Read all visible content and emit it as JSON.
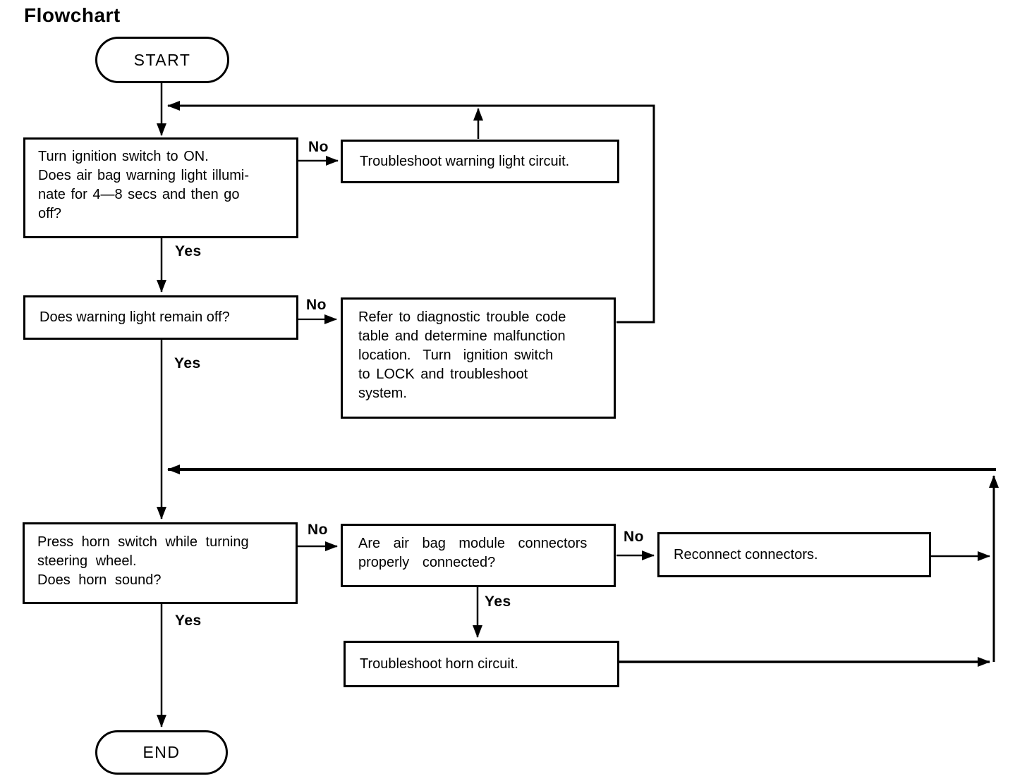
{
  "title": "Flowchart",
  "nodes": {
    "start": "START",
    "q_ignition": "Turn ignition switch to ON.\nDoes air bag warning light illumi-\nnate for 4—8 secs and then go\noff?",
    "troubleshoot_warning_light": "Troubleshoot warning light circuit.",
    "q_warning_light_off": "Does warning light remain off?",
    "refer_dtc": "Refer to diagnostic trouble code\ntable and determine malfunction\nlocation.  Turn  ignition switch\nto LOCK and troubleshoot\nsystem.",
    "q_horn_sound": "Press horn switch while turning\nsteering wheel.\nDoes horn sound?",
    "q_connectors": "Are air bag module connectors\nproperly connected?",
    "reconnect_connectors": "Reconnect connectors.",
    "troubleshoot_horn": "Troubleshoot horn circuit.",
    "end": "END"
  },
  "edge_labels": {
    "ignition_no": "No",
    "ignition_yes": "Yes",
    "warning_no": "No",
    "warning_yes": "Yes",
    "horn_no": "No",
    "horn_yes": "Yes",
    "connectors_no": "No",
    "connectors_yes": "Yes"
  }
}
